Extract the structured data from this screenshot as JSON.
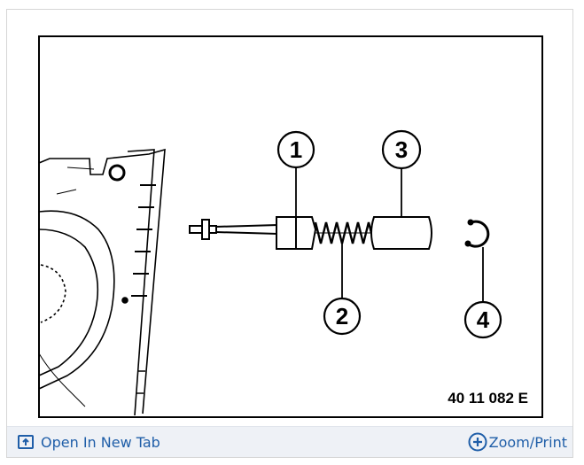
{
  "diagram": {
    "callouts": [
      {
        "label": "1"
      },
      {
        "label": "2"
      },
      {
        "label": "3"
      },
      {
        "label": "4"
      }
    ],
    "figure_code": "40 11 082 E"
  },
  "toolbar": {
    "open_new_tab_label": "Open In New Tab",
    "zoom_print_label": "Zoom/Print",
    "accent_color": "#1f5ea8",
    "open_new_tab_icon": "open-new-tab-icon",
    "zoom_icon": "zoom-plus-icon"
  }
}
